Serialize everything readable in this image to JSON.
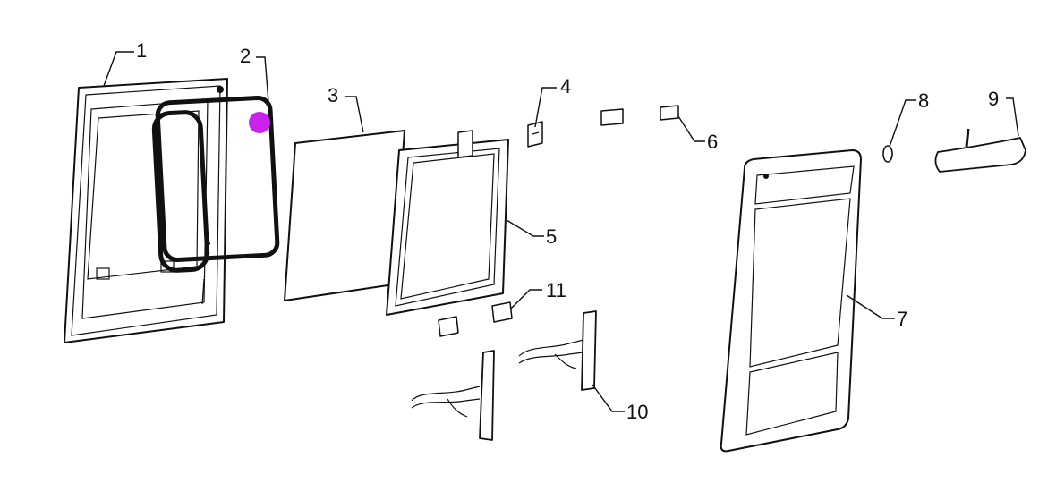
{
  "callouts": {
    "c1": "1",
    "c2": "2",
    "c3": "3",
    "c4": "4",
    "c5": "5",
    "c6": "6",
    "c7": "7",
    "c8": "8",
    "c9": "9",
    "c10": "10",
    "c11": "11"
  },
  "colors": {
    "marker": "#cc22ee",
    "line": "#111111"
  },
  "icons": {
    "highlight_marker": "magenta-dot"
  }
}
